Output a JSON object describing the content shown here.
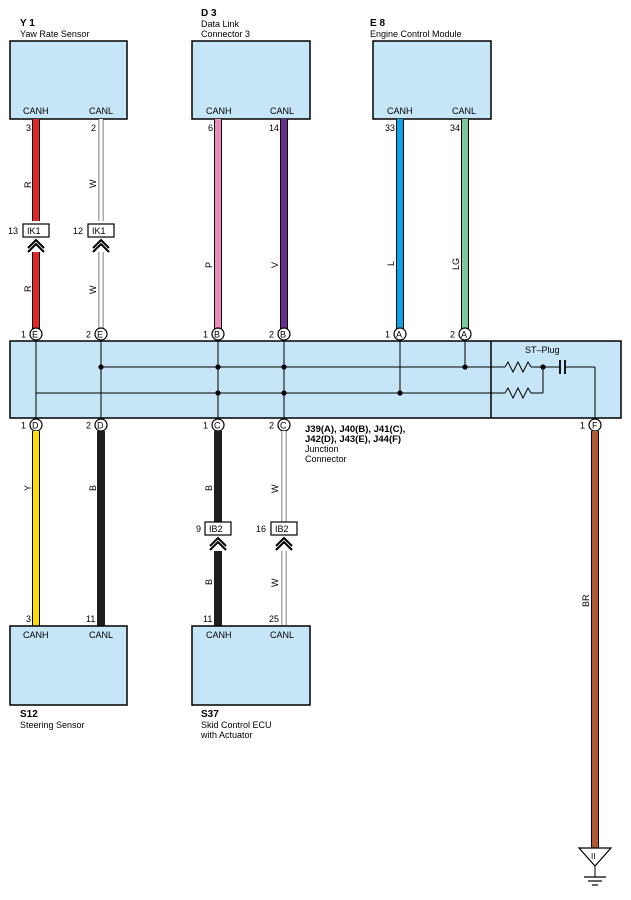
{
  "colors": {
    "box_fill": "#c6e6f8",
    "wire_R": "#e3262b",
    "wire_W": "#ffffff",
    "wire_P": "#f08cbd",
    "wire_V": "#6a2c8e",
    "wire_L": "#0aa5e3",
    "wire_LG": "#7dc8a0",
    "wire_Y": "#fcdc08",
    "wire_B": "#1e1e1e",
    "wire_BR": "#b05a36"
  },
  "components": {
    "y1": {
      "code": "Y 1",
      "name": "Yaw Rate Sensor",
      "canh": "CANH",
      "canl": "CANL"
    },
    "d3": {
      "code": "D 3",
      "name1": "Data Link",
      "name2": "Connector 3",
      "canh": "CANH",
      "canl": "CANL"
    },
    "e8": {
      "code": "E 8",
      "name": "Engine Control Module",
      "canh": "CANH",
      "canl": "CANL"
    },
    "s12": {
      "code": "S12",
      "name": "Steering Sensor",
      "canh": "CANH",
      "canl": "CANL"
    },
    "s37": {
      "code": "S37",
      "name1": "Skid Control ECU",
      "name2": "with Actuator",
      "canh": "CANH",
      "canl": "CANL"
    }
  },
  "pins": {
    "y1_h": "3",
    "y1_l": "2",
    "d3_h": "6",
    "d3_l": "14",
    "e8_h": "33",
    "e8_l": "34",
    "s12_h": "3",
    "s12_l": "11",
    "s37_h": "11",
    "s37_l": "25"
  },
  "wires": {
    "y1_h": "R",
    "y1_l": "W",
    "y1_h2": "R",
    "y1_l2": "W",
    "d3_h": "P",
    "d3_l": "V",
    "e8_h": "L",
    "e8_l": "LG",
    "s12_h": "Y",
    "s12_l": "B",
    "s37_h": "B",
    "s37_l": "W",
    "s37_h2": "B",
    "s37_l2": "W",
    "gnd": "BR"
  },
  "inline": {
    "ik1_h_pin": "13",
    "ik1_h": "IK1",
    "ik1_l_pin": "12",
    "ik1_l": "IK1",
    "ib2_h_pin": "9",
    "ib2_h": "IB2",
    "ib2_l_pin": "16",
    "ib2_l": "IB2"
  },
  "junction": {
    "top": [
      {
        "pin": "1",
        "letter": "E"
      },
      {
        "pin": "2",
        "letter": "E"
      },
      {
        "pin": "1",
        "letter": "B"
      },
      {
        "pin": "2",
        "letter": "B"
      },
      {
        "pin": "1",
        "letter": "A"
      },
      {
        "pin": "2",
        "letter": "A"
      }
    ],
    "bottom": [
      {
        "pin": "1",
        "letter": "D"
      },
      {
        "pin": "2",
        "letter": "D"
      },
      {
        "pin": "1",
        "letter": "C"
      },
      {
        "pin": "2",
        "letter": "C"
      },
      {
        "pin": "1",
        "letter": "F"
      }
    ],
    "codes1": "J39(A), J40(B), J41(C),",
    "codes2": "J42(D), J43(E), J44(F)",
    "name1": "Junction",
    "name2": "Connector",
    "stplug": "ST–Plug"
  },
  "ground": {
    "symbol": "II"
  }
}
